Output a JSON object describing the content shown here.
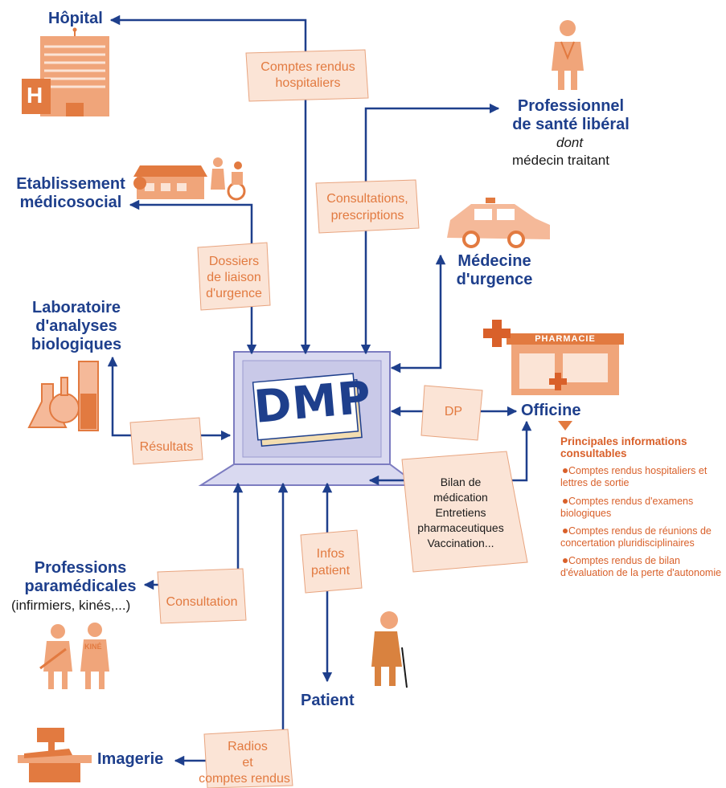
{
  "center": {
    "title": "DMP"
  },
  "nodes": {
    "hopital": "Hôpital",
    "professionnel_l1": "Professionnel",
    "professionnel_l2": "de santé libéral",
    "professionnel_dont": "dont",
    "professionnel_medecin": "médecin traitant",
    "etablissement_l1": "Etablissement",
    "etablissement_l2": "médicosocial",
    "medecine_l1": "Médecine",
    "medecine_l2": "d'urgence",
    "laboratoire_l1": "Laboratoire",
    "laboratoire_l2": "d'analyses",
    "laboratoire_l3": "biologiques",
    "officine": "Officine",
    "paramedical_l1": "Professions",
    "paramedical_l2": "paramédicales",
    "paramedical_l3": "(infirmiers, kinés,...)",
    "patient": "Patient",
    "imagerie": "Imagerie"
  },
  "flow_labels": {
    "comptes_l1": "Comptes rendus",
    "comptes_l2": "hospitaliers",
    "consultations_l1": "Consultations,",
    "consultations_l2": "prescriptions",
    "dossiers_l1": "Dossiers",
    "dossiers_l2": "de liaison",
    "dossiers_l3": "d'urgence",
    "resultats": "Résultats",
    "dp": "DP",
    "bilan_l1": "Bilan de",
    "bilan_l2": "médication",
    "bilan_l3": "Entretiens",
    "bilan_l4": "pharmaceutiques",
    "bilan_l5": "Vaccination...",
    "infos_l1": "Infos",
    "infos_l2": "patient",
    "consultation": "Consultation",
    "radios_l1": "Radios",
    "radios_l2": "et",
    "radios_l3": "comptes rendus"
  },
  "icons": {
    "pharmacy_sign": "PHARMACIE",
    "kine_badge": "KINÉ",
    "hospital_letter": "H"
  },
  "info_box": {
    "title_l1": "Principales informations",
    "title_l2": "consultables",
    "items": [
      "Comptes rendus hospitaliers et lettres de sortie",
      "Comptes rendus d'examens biologiques",
      "Comptes rendus de réunions de concertation pluridisciplinaires",
      "Comptes rendus de bilan d'évaluation de la perte d'autonomie"
    ]
  },
  "colors": {
    "navy": "#1e3f8c",
    "orange": "#e27a40",
    "peach": "#f5b999",
    "screen": "#c9c9e8",
    "laptop": "#d9d9f0"
  }
}
